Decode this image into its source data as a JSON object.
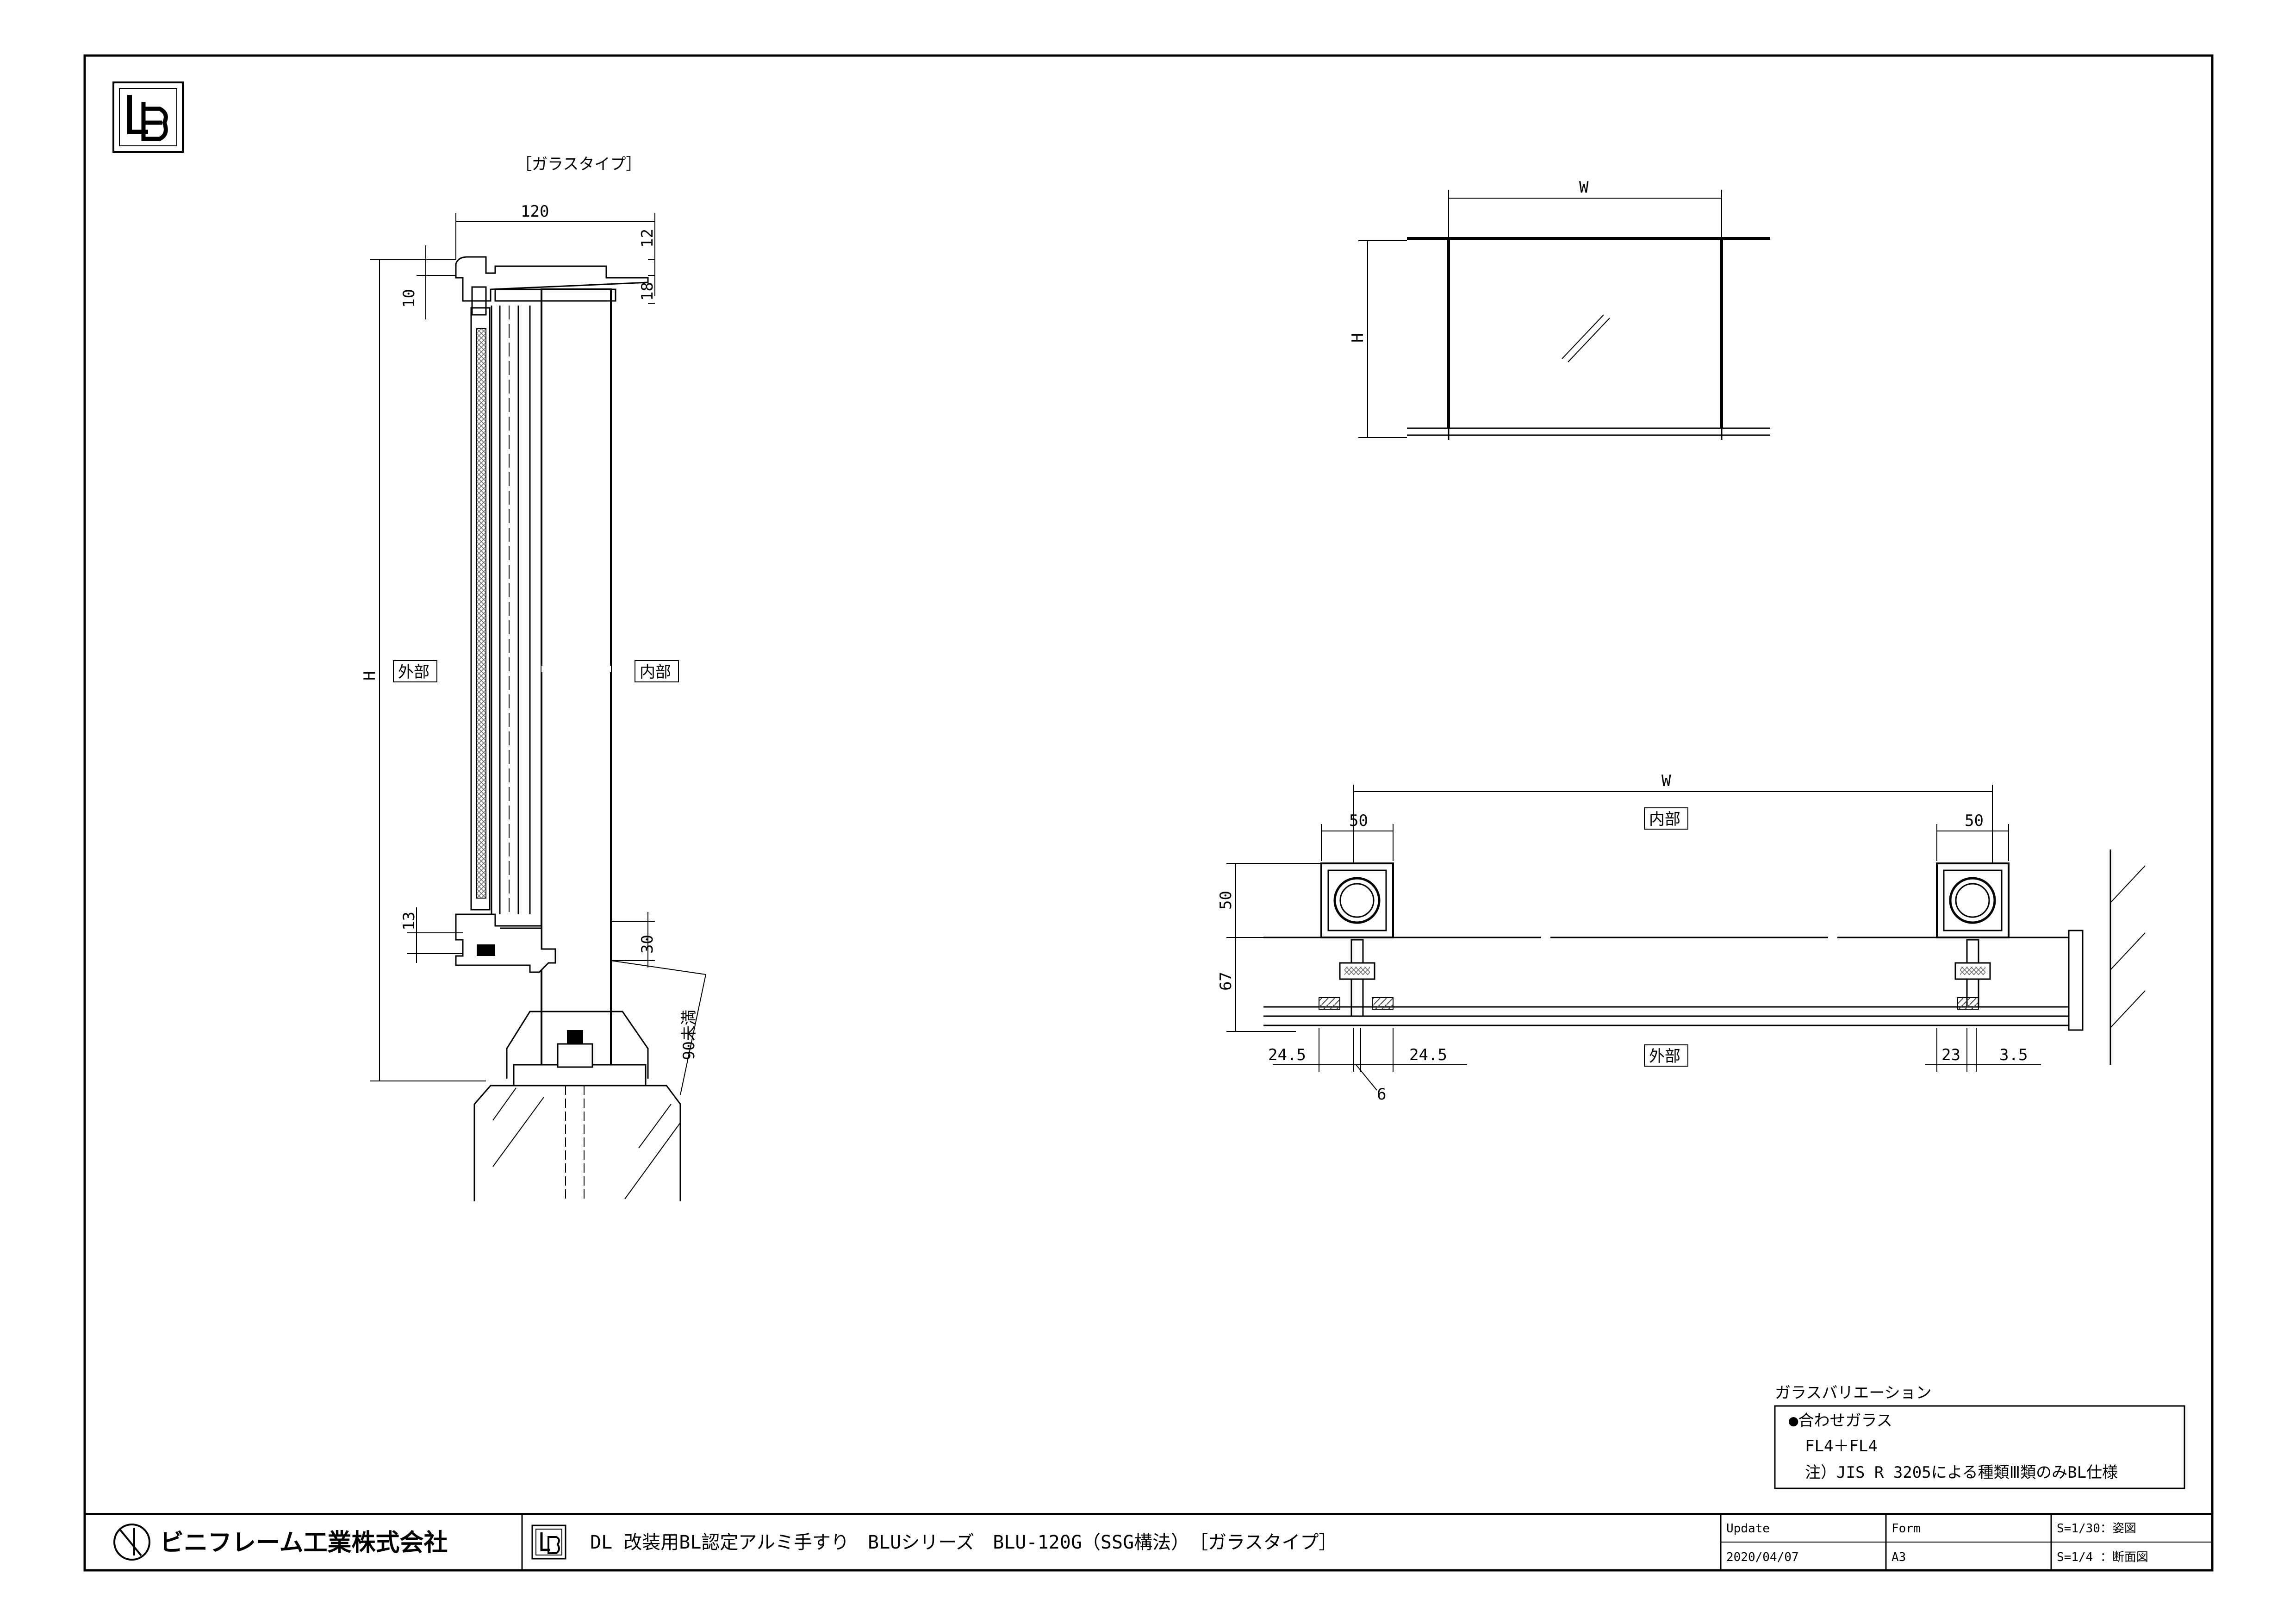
{
  "section_view": {
    "type_label": "［ガラスタイプ］",
    "dims": {
      "width_top": "120",
      "top_12": "12",
      "top_18": "18",
      "left_10": "10",
      "height": "H",
      "bottom_13": "13",
      "bottom_30": "30",
      "embed": "90未満"
    },
    "outside_label": "外部",
    "inside_label": "内部"
  },
  "elevation_view": {
    "width_label": "W",
    "height_label": "H"
  },
  "plan_view": {
    "width_label": "W",
    "post_width_left": "50",
    "post_width_right": "50",
    "post_depth": "50",
    "offset_depth": "67",
    "dim_24_5_a": "24.5",
    "dim_24_5_b": "24.5",
    "dim_6": "6",
    "dim_23": "23",
    "dim_3_5": "3.5",
    "inside_label": "内部",
    "outside_label": "外部"
  },
  "glass_variation": {
    "title": "ガラスバリエーション",
    "item": "●合わせガラス",
    "spec": "FL4＋FL4",
    "note": "注）JIS R 3205による種類Ⅲ類のみBL仕様"
  },
  "title_block": {
    "company": "ビニフレーム工業株式会社",
    "drawing_title": "DL 改装用BL認定アルミ手すり　BLUシリーズ　BLU-120G（SSG構法）　［ガラスタイプ］",
    "update_label": "Update",
    "update_value": "2020/04/07",
    "form_label": "Form",
    "form_value": "A3",
    "scale_1": "S=1/30：姿図",
    "scale_2": "S=1/4 ：断面図"
  },
  "colors": {
    "line": "#000000",
    "hatch": "#555555",
    "paper": "#ffffff"
  }
}
